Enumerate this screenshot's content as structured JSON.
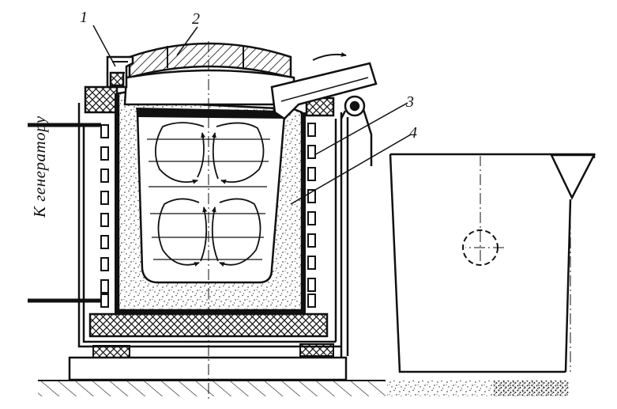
{
  "labels": {
    "callout_1": "1",
    "callout_2": "2",
    "callout_3": "3",
    "callout_4": "4",
    "generator": "К генератору"
  },
  "colors": {
    "ink": "#111111",
    "paper": "#ffffff"
  },
  "icons": {
    "pour_arrow": "arrow-right-icon",
    "pivot": "pivot-axle-icon"
  }
}
